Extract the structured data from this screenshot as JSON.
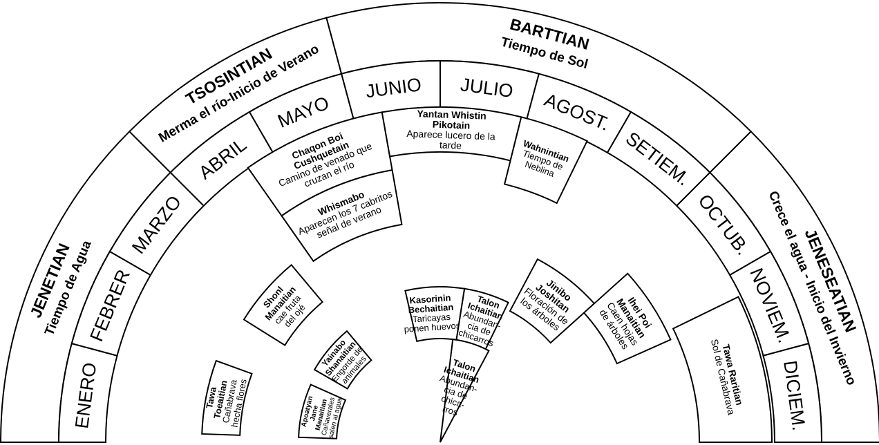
{
  "seasons": [
    {
      "name": "JENETIAN",
      "subtitle": "Tiempo de Agua",
      "from": 0,
      "to": 45
    },
    {
      "name": "TSOSINTIAN",
      "subtitle": "Merma el río-Inicio de Verano",
      "from": 45,
      "to": 75
    },
    {
      "name": "BARTTIAN",
      "subtitle": "Tiempo de Sol",
      "from": 75,
      "to": 135
    },
    {
      "name": "JENESEATIAN",
      "subtitle": "Crece el agua - Inicio del Invierno",
      "from": 135,
      "to": 180
    }
  ],
  "months": [
    "ENERO",
    "FEBRER",
    "MARZO",
    "ABRIL",
    "MAYO",
    "JUNIO",
    "JULIO",
    "AGOST.",
    "SETIEM.",
    "OCTUB.",
    "NOVIEM.",
    "DICIEM."
  ],
  "notes": [
    {
      "name": "Chaqon Boi Cushquetain",
      "text": [
        "Camino de venado que",
        "cruzan el río"
      ],
      "a": [
        55,
        80
      ],
      "r": [
        400,
        485
      ],
      "fs": 14
    },
    {
      "name": "Whismabo",
      "text": [
        "Aparecen los 7 cabritos",
        "señal de verano"
      ],
      "a": [
        55,
        80
      ],
      "r": [
        320,
        400
      ],
      "fs": 14
    },
    {
      "name": "Yantan Whistin Pikotain",
      "text": [
        "Aparece lucero de la",
        "tarde"
      ],
      "a": [
        80,
        104
      ],
      "r": [
        420,
        485
      ],
      "fs": 14
    },
    {
      "name": "Wahnintian",
      "text": [
        "Tiempo de",
        "Neblina"
      ],
      "a": [
        104,
        116
      ],
      "r": [
        385,
        485
      ],
      "fs": 13
    },
    {
      "name": "Shonl Manaitian",
      "text": [
        "cae fruta",
        "del ojé"
      ],
      "a": [
        32,
        50
      ],
      "r": [
        265,
        335
      ],
      "fs": 13
    },
    {
      "name": "Tawa Toeaitian",
      "text": [
        "Cañabrava",
        "hecha flores"
      ],
      "a": [
        2,
        20
      ],
      "r": [
        290,
        345
      ],
      "fs": 13
    },
    {
      "name": "Yainabo Shanaitian",
      "text": [
        "Engorde de",
        "animales"
      ],
      "a": [
        30,
        50
      ],
      "r": [
        155,
        210
      ],
      "fs": 12
    },
    {
      "name": "Apoatyan Jane Manaitian",
      "text": [
        "Cañaverales",
        "salen al agua"
      ],
      "a": [
        2,
        24
      ],
      "r": [
        150,
        205
      ],
      "fs": 10
    },
    {
      "name": "Kasorinin Bechaitian",
      "text": [
        "Taricayas",
        "ponen huevos"
      ],
      "a": [
        77,
        99
      ],
      "r": [
        150,
        225
      ],
      "fs": 13
    },
    {
      "name": "Talon Ichaitian",
      "text": [
        "Abundan-",
        "cia de",
        "chicarros"
      ],
      "a": [
        99,
        116
      ],
      "r": [
        150,
        225
      ],
      "fs": 13
    },
    {
      "name": "Talon Ichaitian",
      "text": [
        "Abundan-",
        "cia de",
        "chica-",
        "rros"
      ],
      "a": [
        97,
        118
      ],
      "r": [
        0,
        150
      ],
      "fs": 13
    },
    {
      "name": "Jinibo Joshitan",
      "text": [
        "Floración de",
        "los árboles"
      ],
      "a": [
        118,
        138
      ],
      "r": [
        215,
        300
      ],
      "fs": 14
    },
    {
      "name": "Ihei Poi Manaitian",
      "text": [
        "Caen hojas",
        "de árboles"
      ],
      "a": [
        138,
        156
      ],
      "r": [
        280,
        365
      ],
      "fs": 14
    },
    {
      "name": "Tawa Raritian",
      "text": [
        "Sol de Cañabrava"
      ],
      "a": [
        154,
        180
      ],
      "r": [
        375,
        480
      ],
      "fs": 14
    }
  ]
}
